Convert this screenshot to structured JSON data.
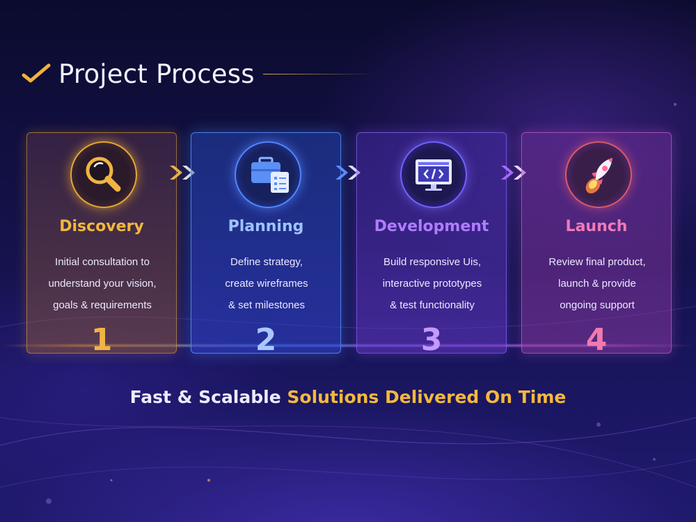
{
  "header": {
    "title": "Project Process",
    "icon": "check-icon"
  },
  "steps": [
    {
      "title": "Discovery",
      "icon": "magnifier-icon",
      "desc": [
        "Initial consultation to",
        "understand your vision,",
        "goals & requirements"
      ],
      "number": "1",
      "color": "#f2b93b"
    },
    {
      "title": "Planning",
      "icon": "briefcase-checklist-icon",
      "desc": [
        "Define strategy,",
        "create wireframes",
        "& set milestones"
      ],
      "number": "2",
      "color": "#9fc3ff"
    },
    {
      "title": "Development",
      "icon": "code-monitor-icon",
      "desc": [
        "Build responsive Uis,",
        "interactive prototypes",
        "& test functionality"
      ],
      "number": "3",
      "color": "#b07cff"
    },
    {
      "title": "Launch",
      "icon": "rocket-icon",
      "desc": [
        "Review final product,",
        "launch & provide",
        "ongoing support"
      ],
      "number": "4",
      "color": "#f07ab8"
    }
  ],
  "tagline": {
    "part1": "Fast & Scalable",
    "part2": "Solutions Delivered On Time"
  },
  "colors": {
    "accent_gold": "#f4b83e",
    "background": "#14124a"
  }
}
